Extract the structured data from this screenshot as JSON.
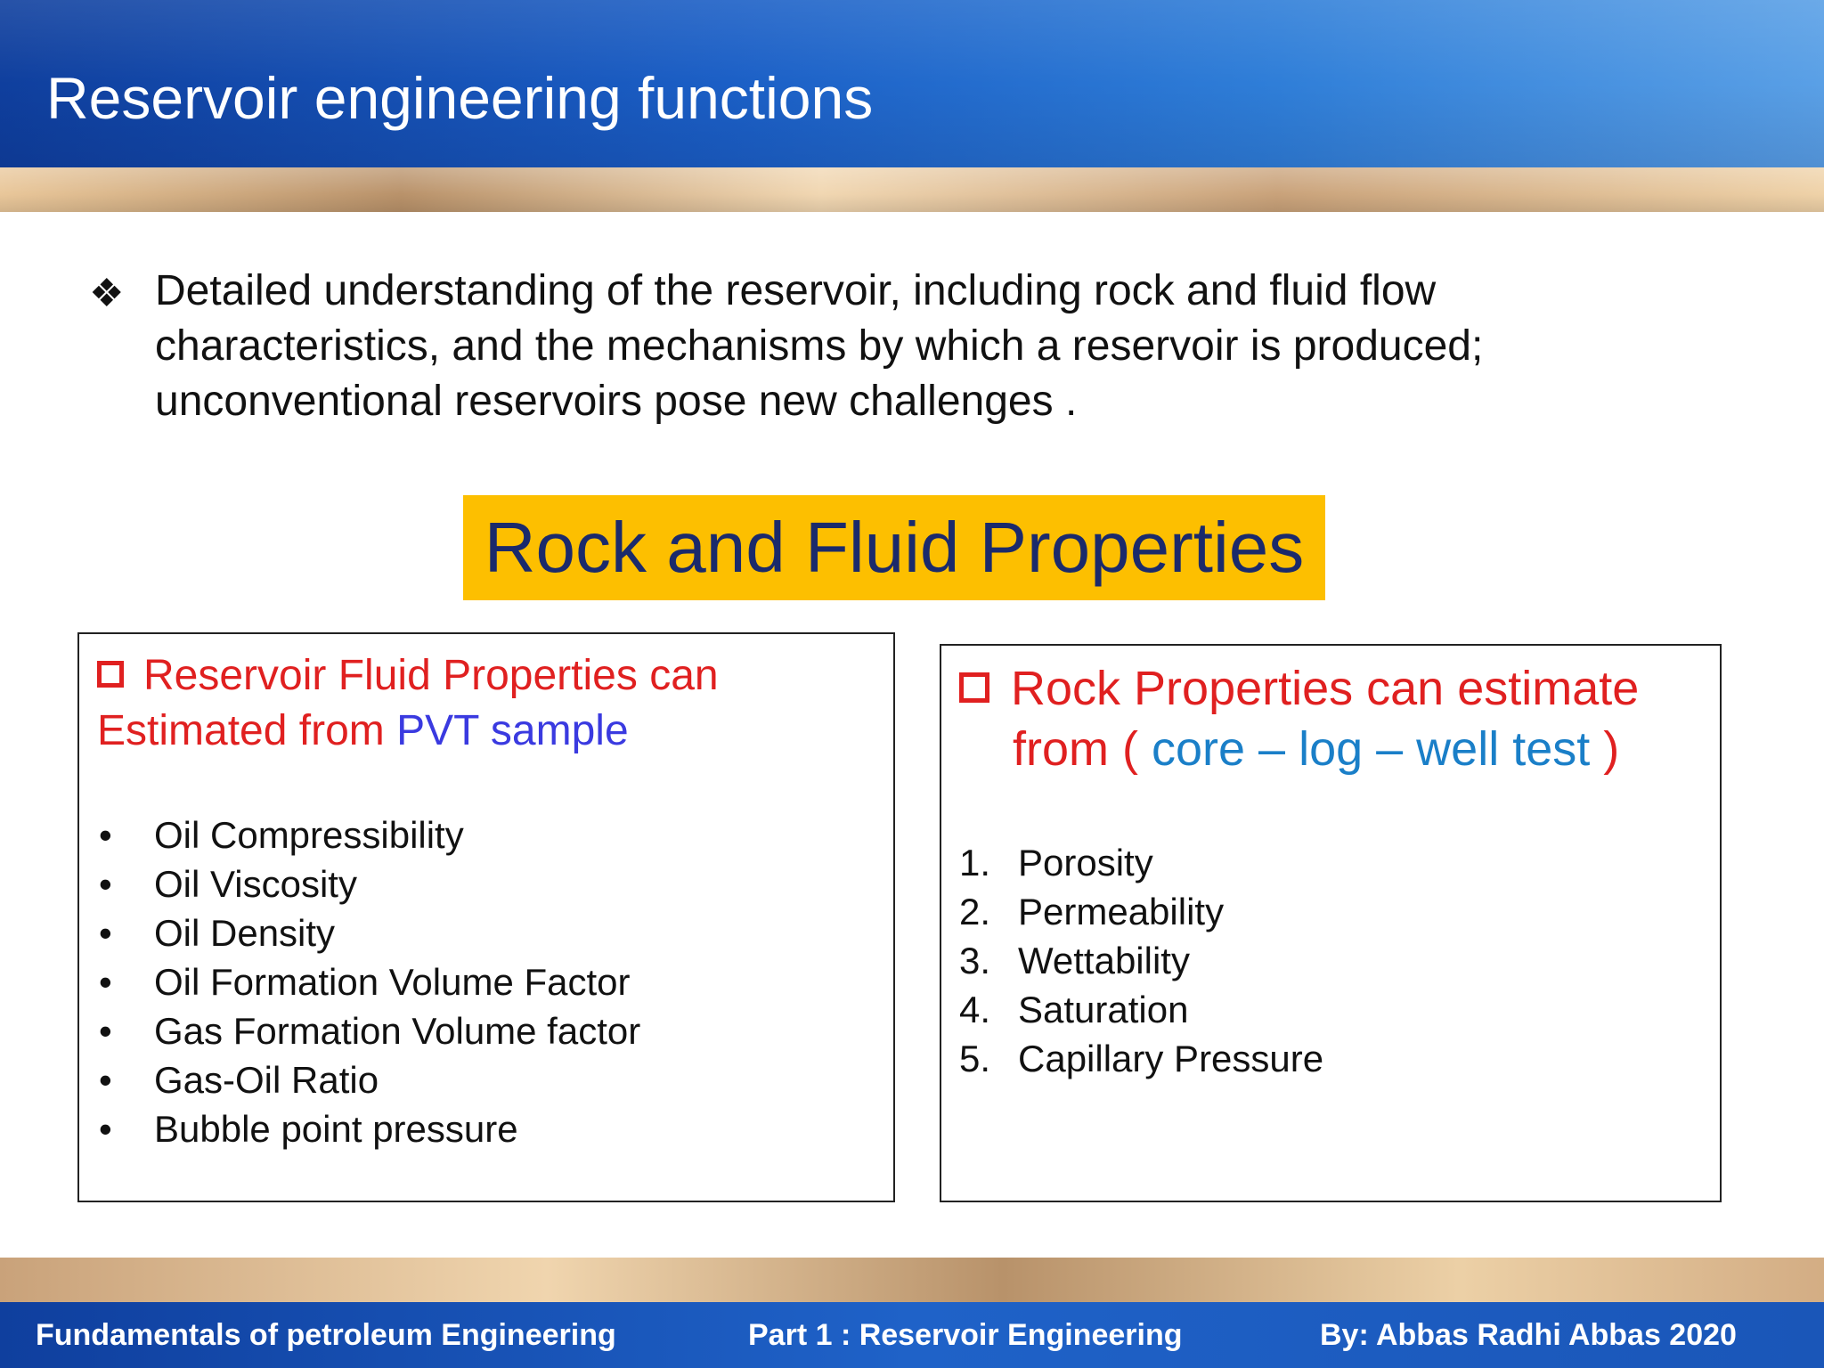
{
  "slide": {
    "title": "Reservoir engineering functions",
    "bullet": {
      "symbol": "❖",
      "text": "Detailed understanding of the reservoir, including rock and fluid flow characteristics, and the mechanisms by which a reservoir is produced; unconventional reservoirs pose new challenges ."
    },
    "section_label": "Rock and Fluid Properties",
    "colors": {
      "header_blue": "#1b5fc6",
      "label_yellow": "#fdbf00",
      "heading_red": "#e02020",
      "pvt_blue": "#3a3ae0",
      "core_blue": "#1a7fc8"
    },
    "fluid_box": {
      "heading_part1": "Reservoir Fluid Properties can Estimated from ",
      "heading_part2": "PVT sample",
      "bullet_symbol": "•",
      "items": [
        " Oil Compressibility",
        "Oil Viscosity",
        "Oil Density",
        "Oil Formation Volume Factor",
        "Gas Formation Volume factor",
        "Gas-Oil Ratio",
        "Bubble point pressure"
      ]
    },
    "rock_box": {
      "heading_line1": "Rock Properties can estimate",
      "heading_line2_start": "from ( ",
      "heading_line2_blue": "core – log – well test",
      "heading_line2_end": " )",
      "items": [
        {
          "num": "1.",
          "label": "Porosity"
        },
        {
          "num": "2.",
          "label": "Permeability"
        },
        {
          "num": "3.",
          "label": "Wettability"
        },
        {
          "num": "4.",
          "label": "Saturation"
        },
        {
          "num": "5.",
          "label": "Capillary Pressure"
        }
      ]
    }
  },
  "footer": {
    "left": "Fundamentals of petroleum Engineering",
    "middle": "Part 1 :  Reservoir Engineering",
    "right": "By: Abbas Radhi Abbas  2020"
  }
}
